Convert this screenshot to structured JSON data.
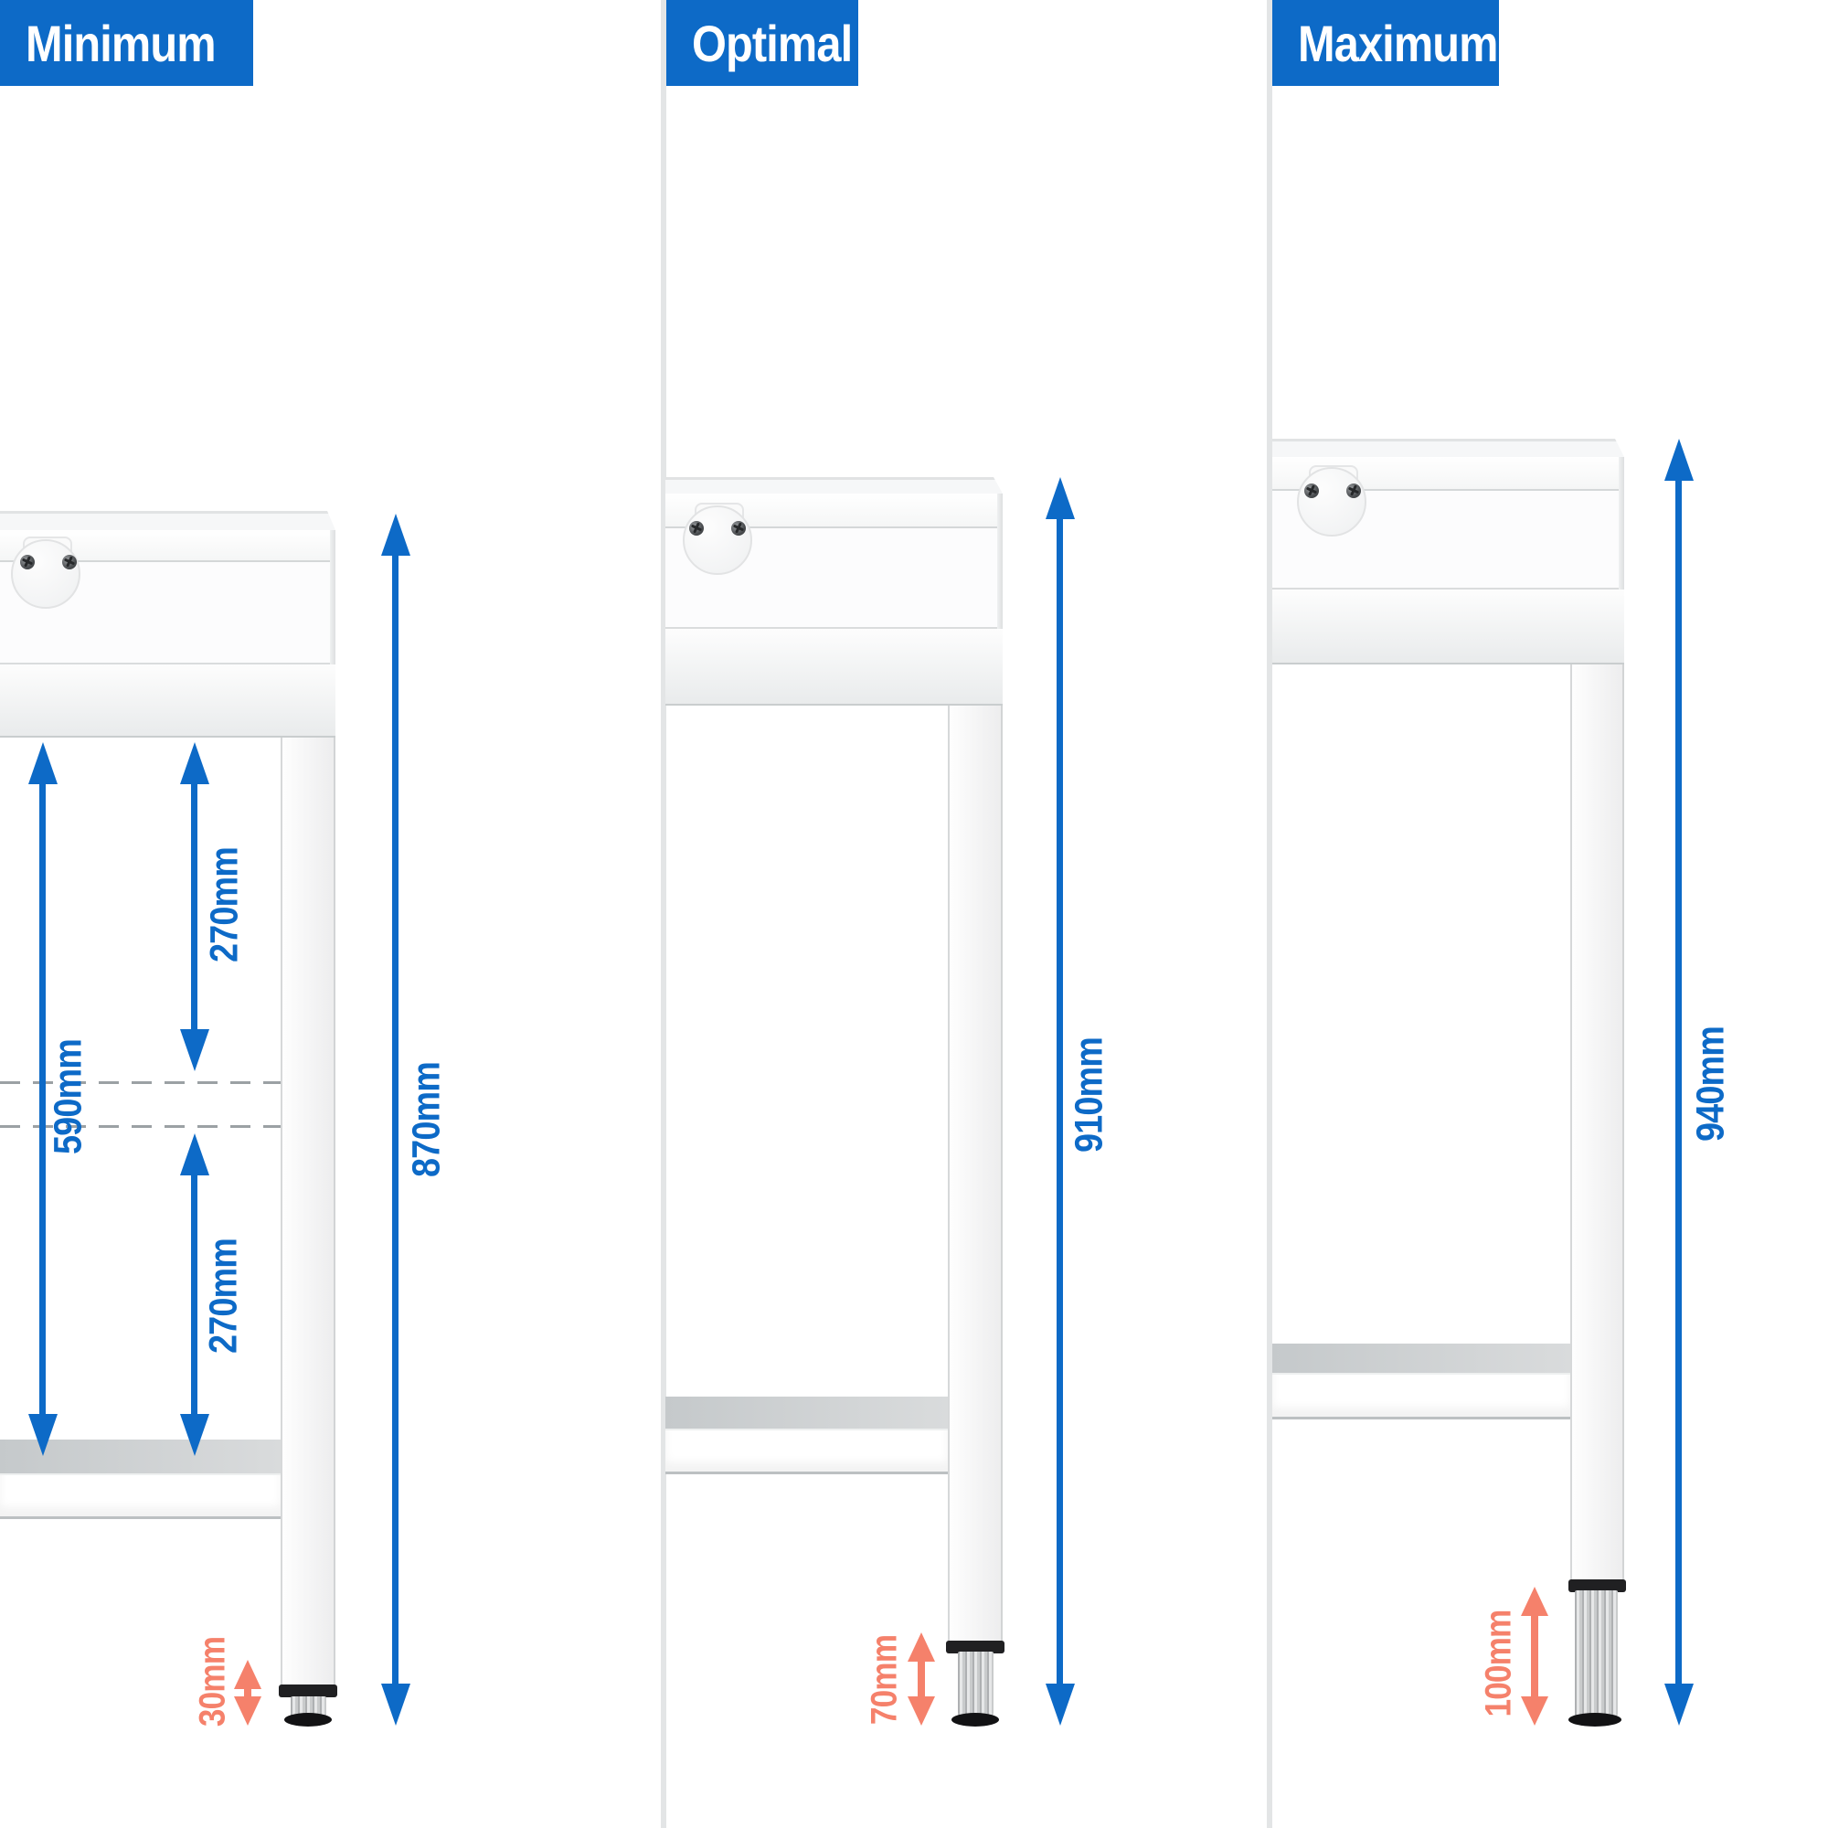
{
  "panels": [
    {
      "header": "Minimum",
      "dims": {
        "overall": "870mm",
        "interior": "590mm",
        "upper_gap": "270mm",
        "lower_gap": "270mm",
        "foot_adjust": "30mm"
      }
    },
    {
      "header": "Optimal",
      "dims": {
        "overall": "910mm",
        "foot_adjust": "70mm"
      }
    },
    {
      "header": "Maximum",
      "dims": {
        "overall": "940mm",
        "foot_adjust": "100mm"
      }
    }
  ],
  "colors": {
    "accent_blue": "#0d6ac7",
    "accent_orange": "#f5816b",
    "dash_gray": "#9ba1a4",
    "header_text": "#ffffff"
  }
}
